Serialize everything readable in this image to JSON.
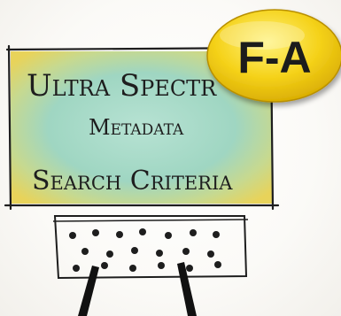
{
  "sign": {
    "line1": "Ultra Spectr",
    "line2": "Metadata",
    "line3": "Search Criteria"
  },
  "badge": {
    "label": "F-A",
    "color": "#f5d21a"
  },
  "colors": {
    "sign_fill": "#9fd6c2",
    "sign_edge": "#e8d35a",
    "ink": "#1e1e1e"
  },
  "icons": {
    "comb": "comb-drawing"
  }
}
